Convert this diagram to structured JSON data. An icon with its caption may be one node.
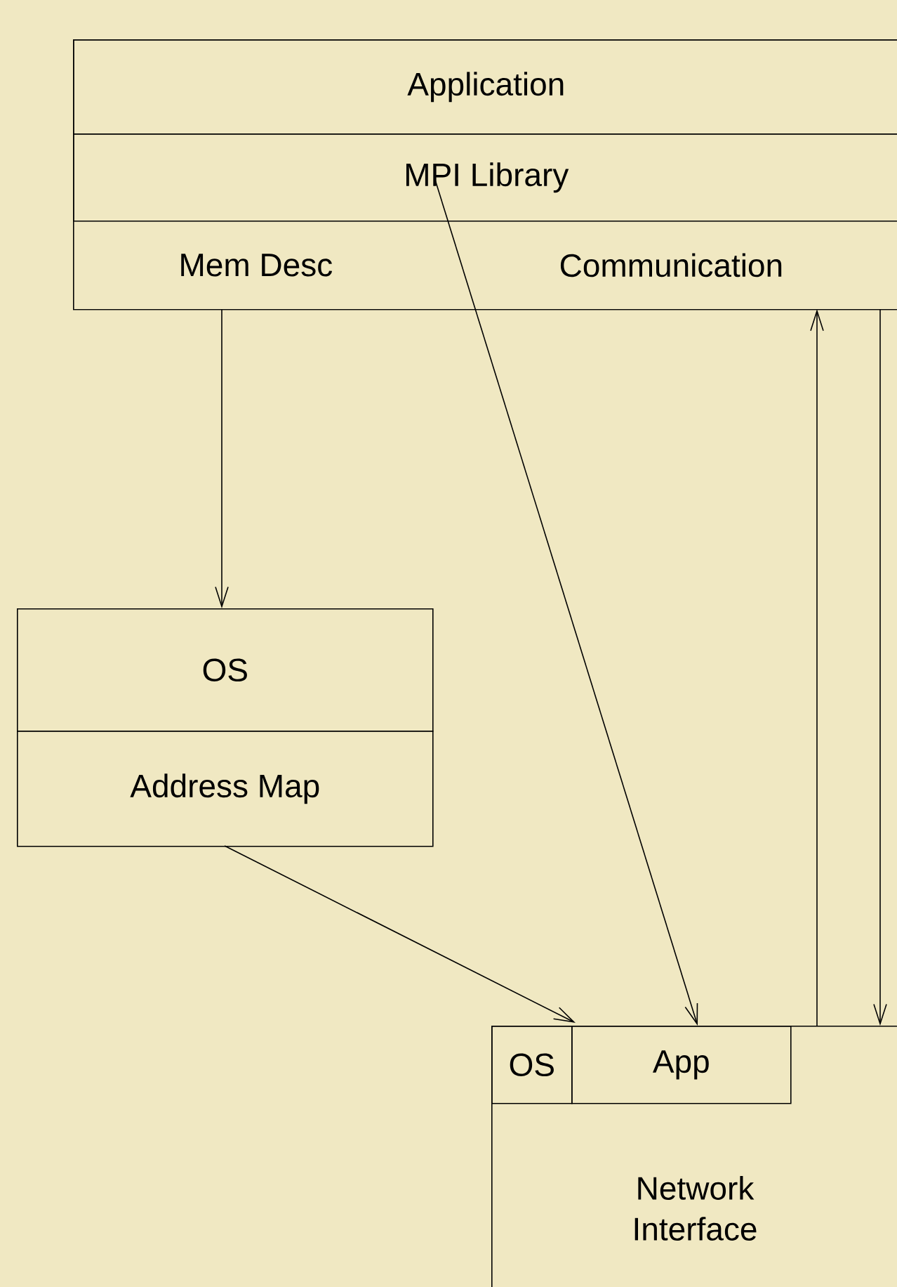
{
  "diagram": {
    "nodes": [
      {
        "text": [],
        "shape": "box"
      },
      {
        "text": [
          "Application"
        ],
        "in": 0
      },
      {
        "text": [
          "MPI Library"
        ],
        "in": 0
      },
      {
        "text": [
          "Mem Desc"
        ],
        "in": 0
      },
      {
        "text": [
          "Communication"
        ],
        "in": 0
      },
      {
        "text": [
          "OS"
        ]
      },
      {
        "text": [
          "Address Map"
        ]
      },
      {
        "text": [
          "Network Interface"
        ]
      },
      {
        "text": [
          "OS"
        ],
        "in": 7
      },
      {
        "text": [
          "App"
        ],
        "in": 7
      }
    ],
    "edges": [
      {
        "from": 3,
        "to": 5,
        "arrow": "to"
      },
      {
        "from": 2,
        "to": 9,
        "arrow": "to"
      },
      {
        "from": 6,
        "to": 8,
        "arrow": "to"
      },
      {
        "from": 7,
        "to": 4,
        "arrow": "to"
      },
      {
        "from": 4,
        "to": 7,
        "arrow": "to"
      }
    ]
  }
}
